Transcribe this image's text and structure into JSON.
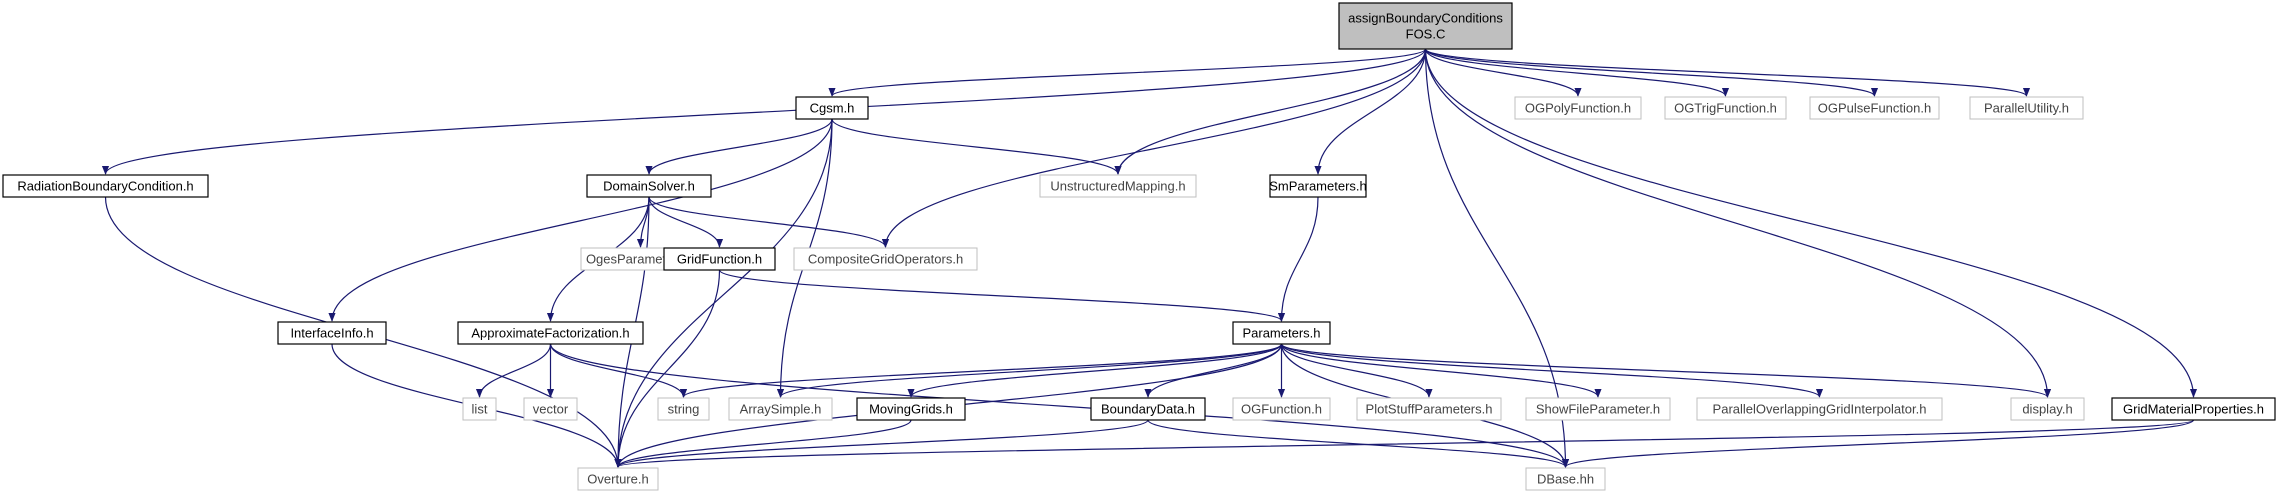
{
  "nodes": [
    {
      "id": "root",
      "label": [
        "assignBoundaryConditions",
        "FOS.C"
      ],
      "style": "root"
    },
    {
      "id": "cgsm",
      "label": [
        "Cgsm.h"
      ],
      "style": "normal"
    },
    {
      "id": "radiation",
      "label": [
        "RadiationBoundaryCondition.h"
      ],
      "style": "normal"
    },
    {
      "id": "unstructured",
      "label": [
        "UnstructuredMapping.h"
      ],
      "style": "muted"
    },
    {
      "id": "smparams",
      "label": [
        "SmParameters.h"
      ],
      "style": "normal"
    },
    {
      "id": "ogpoly",
      "label": [
        "OGPolyFunction.h"
      ],
      "style": "muted"
    },
    {
      "id": "ogtrig",
      "label": [
        "OGTrigFunction.h"
      ],
      "style": "muted"
    },
    {
      "id": "ogpulse",
      "label": [
        "OGPulseFunction.h"
      ],
      "style": "muted"
    },
    {
      "id": "parallelutil",
      "label": [
        "ParallelUtility.h"
      ],
      "style": "muted"
    },
    {
      "id": "domainsolver",
      "label": [
        "DomainSolver.h"
      ],
      "style": "normal"
    },
    {
      "id": "ogesparams",
      "label": [
        "OgesParameters.h"
      ],
      "style": "muted"
    },
    {
      "id": "gridfunction",
      "label": [
        "GridFunction.h"
      ],
      "style": "normal"
    },
    {
      "id": "compgridops",
      "label": [
        "CompositeGridOperators.h"
      ],
      "style": "muted"
    },
    {
      "id": "interfaceinfo",
      "label": [
        "InterfaceInfo.h"
      ],
      "style": "normal"
    },
    {
      "id": "approxfact",
      "label": [
        "ApproximateFactorization.h"
      ],
      "style": "normal"
    },
    {
      "id": "parameters",
      "label": [
        "Parameters.h"
      ],
      "style": "normal"
    },
    {
      "id": "list",
      "label": [
        "list"
      ],
      "style": "muted"
    },
    {
      "id": "vector",
      "label": [
        "vector"
      ],
      "style": "muted"
    },
    {
      "id": "string",
      "label": [
        "string"
      ],
      "style": "muted"
    },
    {
      "id": "arraysimple",
      "label": [
        "ArraySimple.h"
      ],
      "style": "muted"
    },
    {
      "id": "movinggrids",
      "label": [
        "MovingGrids.h"
      ],
      "style": "normal"
    },
    {
      "id": "boundarydata",
      "label": [
        "BoundaryData.h"
      ],
      "style": "normal"
    },
    {
      "id": "ogfunction",
      "label": [
        "OGFunction.h"
      ],
      "style": "muted"
    },
    {
      "id": "plotstuff",
      "label": [
        "PlotStuffParameters.h"
      ],
      "style": "muted"
    },
    {
      "id": "showfile",
      "label": [
        "ShowFileParameter.h"
      ],
      "style": "muted"
    },
    {
      "id": "parallelinterp",
      "label": [
        "ParallelOverlappingGridInterpolator.h"
      ],
      "style": "muted"
    },
    {
      "id": "display",
      "label": [
        "display.h"
      ],
      "style": "muted"
    },
    {
      "id": "gridmaterial",
      "label": [
        "GridMaterialProperties.h"
      ],
      "style": "normal"
    },
    {
      "id": "overture",
      "label": [
        "Overture.h"
      ],
      "style": "muted"
    },
    {
      "id": "dbase",
      "label": [
        "DBase.hh"
      ],
      "style": "muted"
    }
  ],
  "edges": [
    [
      "root",
      "cgsm"
    ],
    [
      "root",
      "radiation"
    ],
    [
      "root",
      "unstructured"
    ],
    [
      "root",
      "compgridops"
    ],
    [
      "root",
      "smparams"
    ],
    [
      "root",
      "ogpoly"
    ],
    [
      "root",
      "ogtrig"
    ],
    [
      "root",
      "ogpulse"
    ],
    [
      "root",
      "parallelutil"
    ],
    [
      "root",
      "gridmaterial"
    ],
    [
      "root",
      "display"
    ],
    [
      "root",
      "dbase"
    ],
    [
      "cgsm",
      "domainsolver"
    ],
    [
      "cgsm",
      "unstructured"
    ],
    [
      "cgsm",
      "interfaceinfo"
    ],
    [
      "cgsm",
      "overture"
    ],
    [
      "cgsm",
      "arraysimple"
    ],
    [
      "radiation",
      "overture"
    ],
    [
      "domainsolver",
      "ogesparams"
    ],
    [
      "domainsolver",
      "gridfunction"
    ],
    [
      "domainsolver",
      "compgridops"
    ],
    [
      "domainsolver",
      "approxfact"
    ],
    [
      "domainsolver",
      "overture"
    ],
    [
      "gridfunction",
      "parameters"
    ],
    [
      "gridfunction",
      "overture"
    ],
    [
      "smparams",
      "parameters"
    ],
    [
      "interfaceinfo",
      "overture"
    ],
    [
      "approxfact",
      "list"
    ],
    [
      "approxfact",
      "vector"
    ],
    [
      "approxfact",
      "string"
    ],
    [
      "approxfact",
      "dbase"
    ],
    [
      "parameters",
      "string"
    ],
    [
      "parameters",
      "arraysimple"
    ],
    [
      "parameters",
      "movinggrids"
    ],
    [
      "parameters",
      "boundarydata"
    ],
    [
      "parameters",
      "ogfunction"
    ],
    [
      "parameters",
      "plotstuff"
    ],
    [
      "parameters",
      "showfile"
    ],
    [
      "parameters",
      "parallelinterp"
    ],
    [
      "parameters",
      "display"
    ],
    [
      "parameters",
      "overture"
    ],
    [
      "parameters",
      "dbase"
    ],
    [
      "movinggrids",
      "overture"
    ],
    [
      "boundarydata",
      "overture"
    ],
    [
      "boundarydata",
      "dbase"
    ],
    [
      "gridmaterial",
      "overture"
    ],
    [
      "gridmaterial",
      "dbase"
    ]
  ],
  "colors": {
    "edge": "#191970",
    "root_fill": "#bfbfbf",
    "border": "#000000",
    "muted_border": "#bfbfbf",
    "muted_text": "#444444"
  }
}
